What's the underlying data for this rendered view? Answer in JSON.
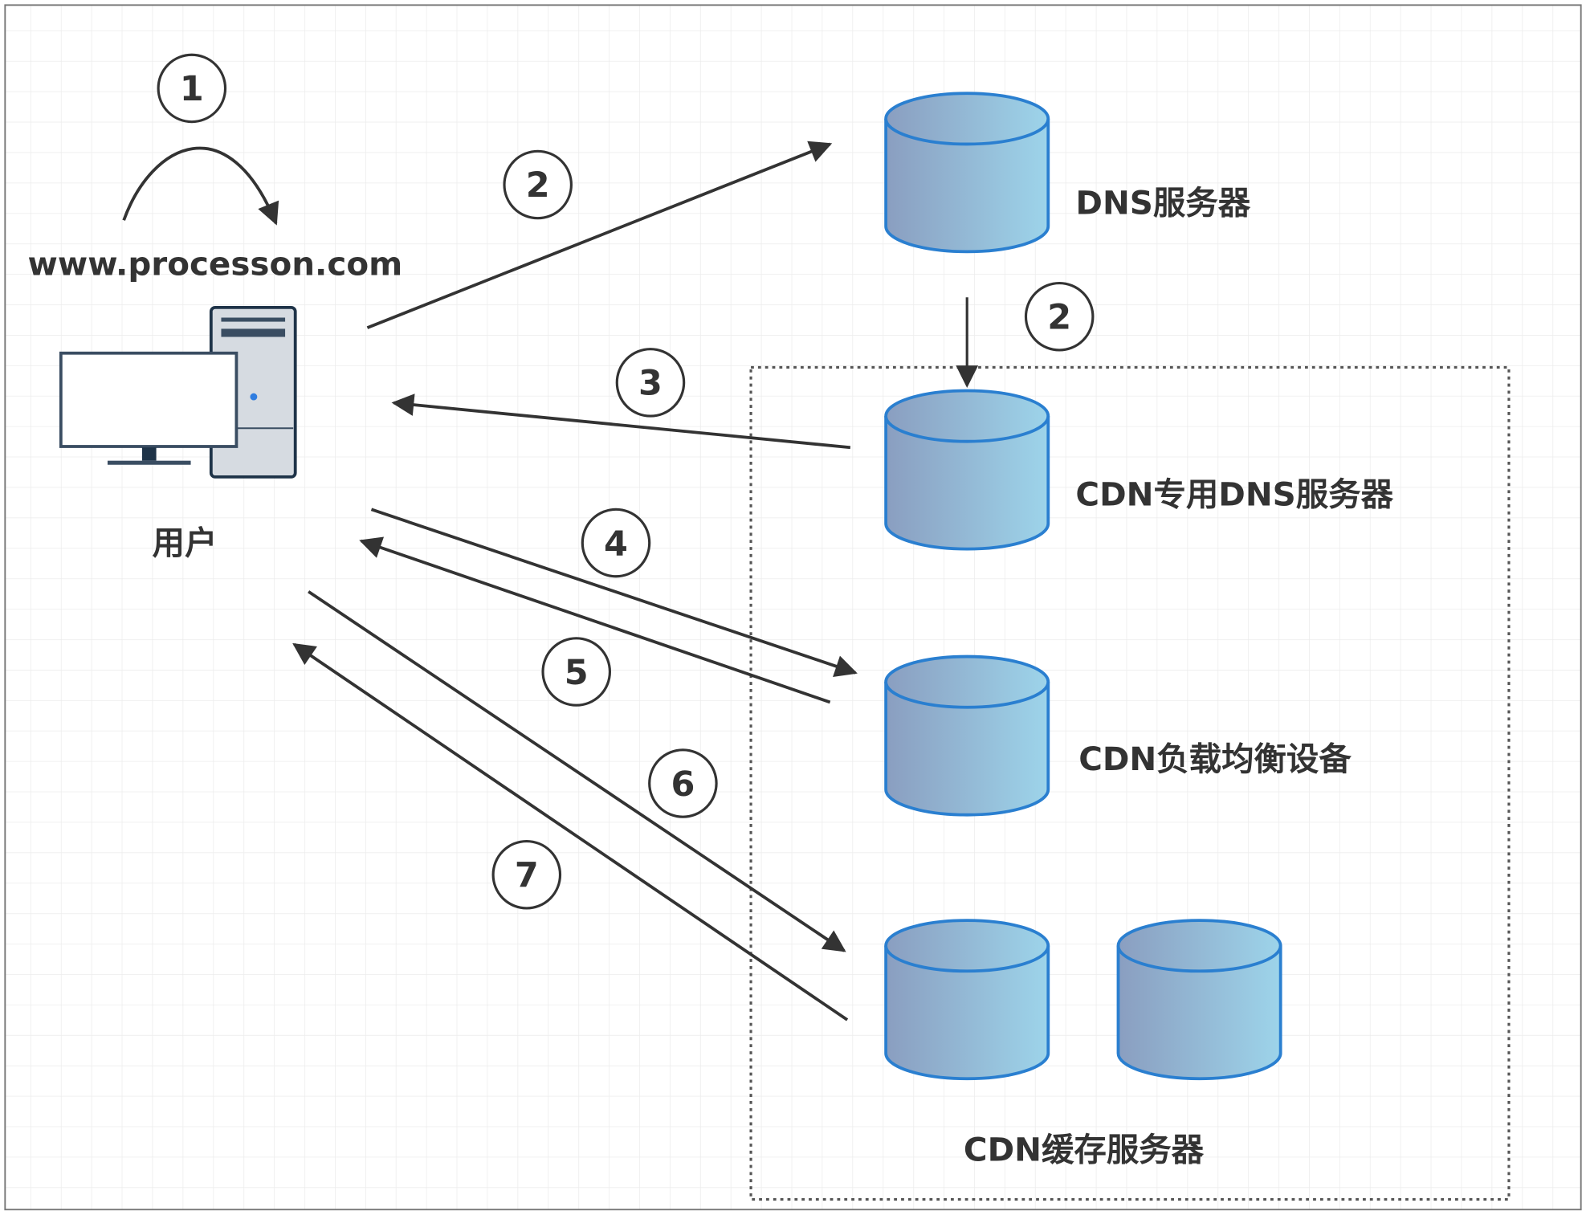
{
  "diagram": {
    "domain_label": "www.processon.com",
    "user_label": "用户",
    "dns_server_label": "DNS服务器",
    "cdn_dns_label": "CDN专用DNS服务器",
    "cdn_lb_label": "CDN负载均衡设备",
    "cdn_cache_label": "CDN缓存服务器",
    "steps": [
      "1",
      "2",
      "2",
      "3",
      "4",
      "5",
      "6",
      "7"
    ]
  },
  "colors": {
    "cylinder_stroke": "#2a7fd0",
    "cylinder_fill_left": "#8a9ec0",
    "cylinder_fill_right": "#9dd4ea",
    "line": "#333333",
    "grid": "#ececec"
  }
}
